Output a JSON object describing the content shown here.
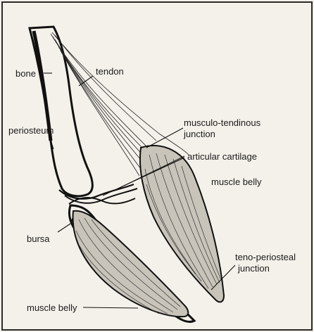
{
  "labels": {
    "bone": "bone",
    "tendon": "tendon",
    "musculo_tendinous_1": "musculo-tendinous",
    "musculo_tendinous_2": "junction",
    "periosteum": "periosteum",
    "articular_cartilage": "articular cartilage",
    "muscle_belly_upper": "muscle belly",
    "bursa": "bursa",
    "teno_periosteal_1": "teno-periosteal",
    "teno_periosteal_2": "junction",
    "muscle_belly_lower": "muscle belly"
  },
  "colors": {
    "paper": "#f4f1ea",
    "ink": "#1a1a1a",
    "border": "#2a2a2a"
  }
}
